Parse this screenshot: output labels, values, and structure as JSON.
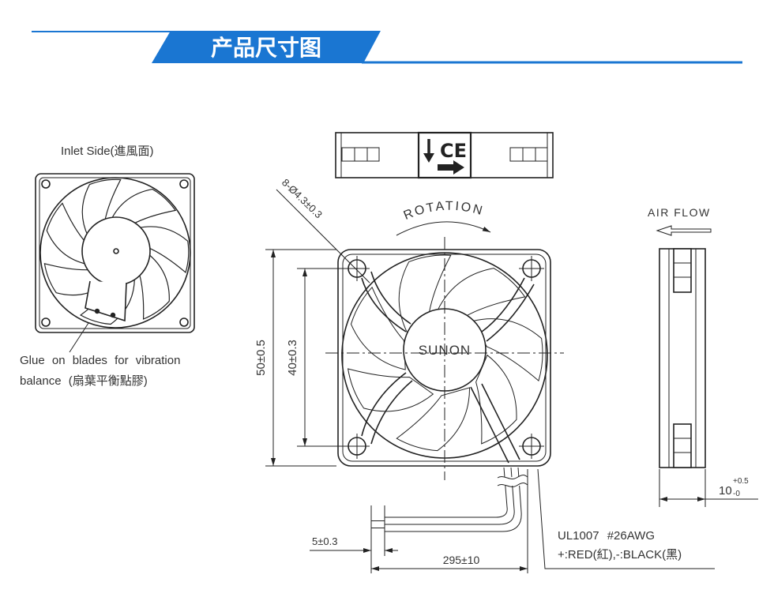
{
  "header": {
    "title": "产品尺寸图"
  },
  "colors": {
    "accent": "#1a76d2",
    "ink": "#222222"
  },
  "inlet_view": {
    "title": "Inlet Side(進風面)",
    "glue_note": [
      "Glue on blades for vibration",
      "balance (扇葉平衡點膠)"
    ]
  },
  "top_view": {
    "label_mark": "CE"
  },
  "front_view": {
    "mounting_holes": "8-Ø4.3±0.3",
    "rotation_label": "ROTATION",
    "hub_brand": "SUNON",
    "frame_size": "50±0.5",
    "hole_pitch": "40±0.3"
  },
  "side_view": {
    "air_flow_label": "AIR FLOW",
    "thickness": {
      "nominal": "10",
      "upper_tolerance": "+0.5",
      "lower_tolerance": "-0"
    }
  },
  "lead_wire": {
    "strip_length": "5±0.3",
    "length": "295±10",
    "spec": [
      "UL1007 #26AWG",
      "+:RED(紅),-:BLACK(黑)"
    ]
  }
}
